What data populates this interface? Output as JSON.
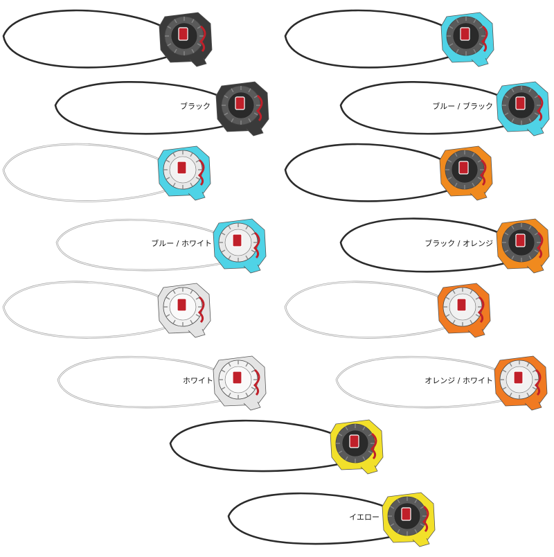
{
  "products": [
    {
      "id": "black-a",
      "label": "",
      "shell": "#3a3a3a",
      "cap": "#5a5a5a",
      "face": "#2a2a2a",
      "cable": "#2b2b2b"
    },
    {
      "id": "black-b",
      "label": "ブラック",
      "shell": "#3a3a3a",
      "cap": "#5a5a5a",
      "face": "#2a2a2a",
      "cable": "#2b2b2b"
    },
    {
      "id": "blue-white-a",
      "label": "",
      "shell": "#4fd3e6",
      "cap": "#e8e8e8",
      "face": "#f2f2f2",
      "cable": "#d8d8d8"
    },
    {
      "id": "blue-white-b",
      "label": "ブルー / ホワイト",
      "shell": "#4fd3e6",
      "cap": "#e8e8e8",
      "face": "#f2f2f2",
      "cable": "#d8d8d8"
    },
    {
      "id": "white-a",
      "label": "",
      "shell": "#e4e4e4",
      "cap": "#f2f2f2",
      "face": "#fafafa",
      "cable": "#d8d8d8"
    },
    {
      "id": "white-b",
      "label": "ホワイト",
      "shell": "#e4e4e4",
      "cap": "#f2f2f2",
      "face": "#fafafa",
      "cable": "#d8d8d8"
    },
    {
      "id": "yellow-a",
      "label": "",
      "shell": "#f2e02a",
      "cap": "#5a5a5a",
      "face": "#2a2a2a",
      "cable": "#2b2b2b"
    },
    {
      "id": "yellow-b",
      "label": "イエロー",
      "shell": "#f2e02a",
      "cap": "#5a5a5a",
      "face": "#2a2a2a",
      "cable": "#2b2b2b"
    },
    {
      "id": "blue-black-a",
      "label": "",
      "shell": "#4fd3e6",
      "cap": "#5a5a5a",
      "face": "#2a2a2a",
      "cable": "#2b2b2b"
    },
    {
      "id": "blue-black-b",
      "label": "ブルー / ブラック",
      "shell": "#4fd3e6",
      "cap": "#5a5a5a",
      "face": "#2a2a2a",
      "cable": "#2b2b2b"
    },
    {
      "id": "black-orange-a",
      "label": "",
      "shell": "#f08a1e",
      "cap": "#5a5a5a",
      "face": "#2a2a2a",
      "cable": "#2b2b2b"
    },
    {
      "id": "black-orange-b",
      "label": "ブラック / オレンジ",
      "shell": "#f08a1e",
      "cap": "#5a5a5a",
      "face": "#2a2a2a",
      "cable": "#2b2b2b"
    },
    {
      "id": "orange-white-a",
      "label": "",
      "shell": "#f07a22",
      "cap": "#e8e8e8",
      "face": "#f2f2f2",
      "cable": "#d8d8d8"
    },
    {
      "id": "orange-white-b",
      "label": "オレンジ / ホワイト",
      "shell": "#f07a22",
      "cap": "#e8e8e8",
      "face": "#f2f2f2",
      "cable": "#d8d8d8"
    }
  ],
  "logo_color": "#c0202a",
  "cable_outline": "#9a9a9a"
}
